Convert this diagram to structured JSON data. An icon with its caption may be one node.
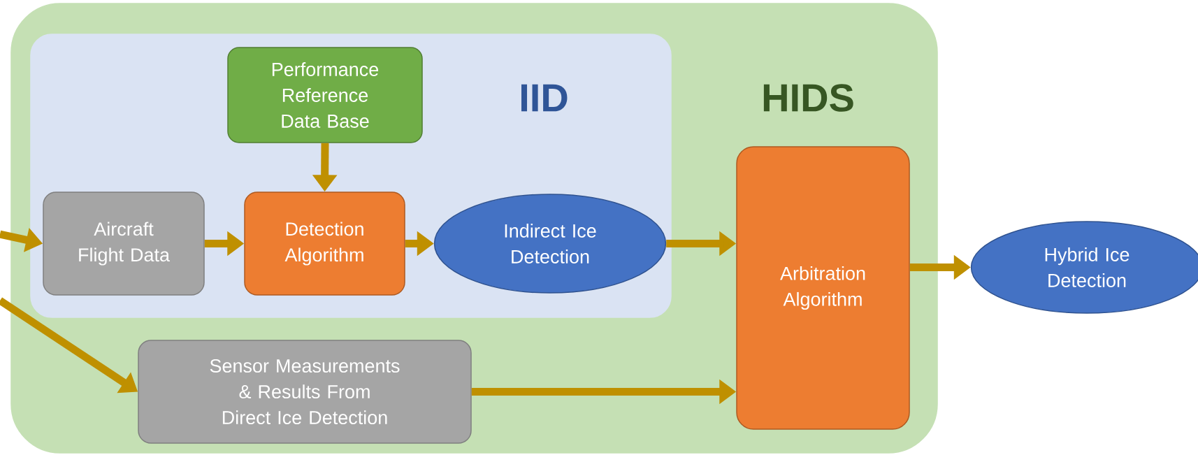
{
  "diagram": {
    "nodes": [
      {
        "text": [
          "HIDS"
        ]
      },
      {
        "text": [
          "IID"
        ],
        "in": 0
      },
      {
        "text": [
          "Performance Reference Data Base"
        ],
        "in": 1
      },
      {
        "text": [
          "Aircraft Flight Data"
        ],
        "in": 1
      },
      {
        "text": [
          "Detection Algorithm"
        ],
        "in": 1
      },
      {
        "text": [
          "Indirect Ice Detection"
        ],
        "in": 1
      },
      {
        "text": [
          "Sensor Measurements & Results From Direct Ice Detection"
        ],
        "in": 0
      },
      {
        "text": [
          "Arbitration Algorithm"
        ],
        "in": 0
      },
      {
        "text": [
          "Hybrid Ice Detection"
        ]
      }
    ],
    "edges": [
      {
        "from": null,
        "to": 3,
        "arrow": "to"
      },
      {
        "from": null,
        "to": 6,
        "arrow": "to"
      },
      {
        "from": 2,
        "to": 4,
        "arrow": "to"
      },
      {
        "from": 3,
        "to": 4,
        "arrow": "to"
      },
      {
        "from": 4,
        "to": 5,
        "arrow": "to"
      },
      {
        "from": 5,
        "to": 7,
        "arrow": "to"
      },
      {
        "from": 6,
        "to": 7,
        "arrow": "to"
      },
      {
        "from": 7,
        "to": 8,
        "arrow": "to"
      }
    ]
  }
}
